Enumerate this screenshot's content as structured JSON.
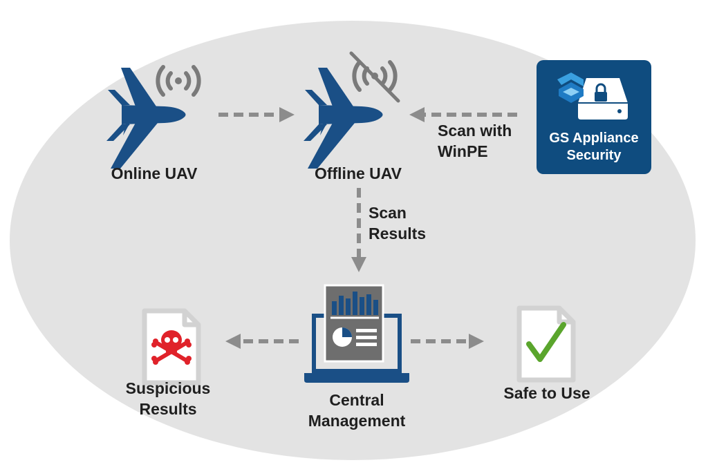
{
  "labels": {
    "online_uav": "Online UAV",
    "offline_uav": "Offline UAV",
    "scan_with_winpe_line1": "Scan with",
    "scan_with_winpe_line2": "WinPE",
    "scan_results_line1": "Scan",
    "scan_results_line2": "Results",
    "gs_line1": "GS Appliance",
    "gs_line2": "Security",
    "suspicious_line1": "Suspicious",
    "suspicious_line2": "Results",
    "central_line1": "Central",
    "central_line2": "Management",
    "safe": "Safe to Use"
  },
  "colors": {
    "uav_blue": "#1a4f86",
    "background_ellipse": "#e3e3e3",
    "arrow_gray": "#8c8c8c",
    "signal_gray": "#7a7a7a",
    "appliance_bg": "#0f4c7f",
    "danger_red": "#e0222a",
    "check_green": "#5aa52c",
    "document_gray": "#d2d2d2"
  },
  "icons": [
    "uav-icon",
    "signal-icon",
    "signal-off-icon",
    "hard-drive-lock-icon",
    "laptop-report-icon",
    "skull-document-icon",
    "check-document-icon"
  ]
}
